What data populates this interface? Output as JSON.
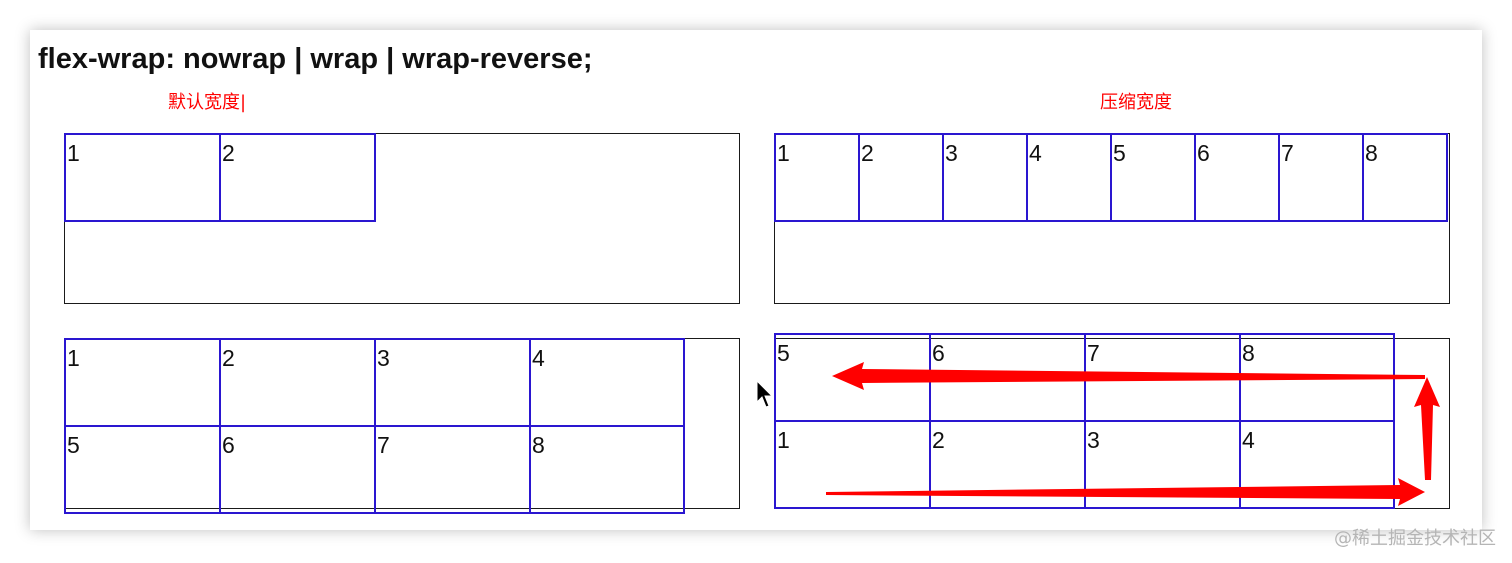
{
  "title": "flex-wrap: nowrap | wrap | wrap-reverse;",
  "captions": {
    "left": "默认宽度|",
    "right": "压缩宽度"
  },
  "demos": {
    "default_nowrap": {
      "items": [
        "1",
        "2"
      ]
    },
    "compressed_nowrap": {
      "items": [
        "1",
        "2",
        "3",
        "4",
        "5",
        "6",
        "7",
        "8"
      ]
    },
    "wrap": {
      "items": [
        "1",
        "2",
        "3",
        "4",
        "5",
        "6",
        "7",
        "8"
      ]
    },
    "wrap_reverse": {
      "items": [
        "1",
        "2",
        "3",
        "4",
        "5",
        "6",
        "7",
        "8"
      ]
    }
  },
  "watermark": "@稀土掘金技术社区",
  "colors": {
    "item_border": "#2a16d0",
    "arrow": "#ff0000",
    "caption": "#ff0000"
  }
}
